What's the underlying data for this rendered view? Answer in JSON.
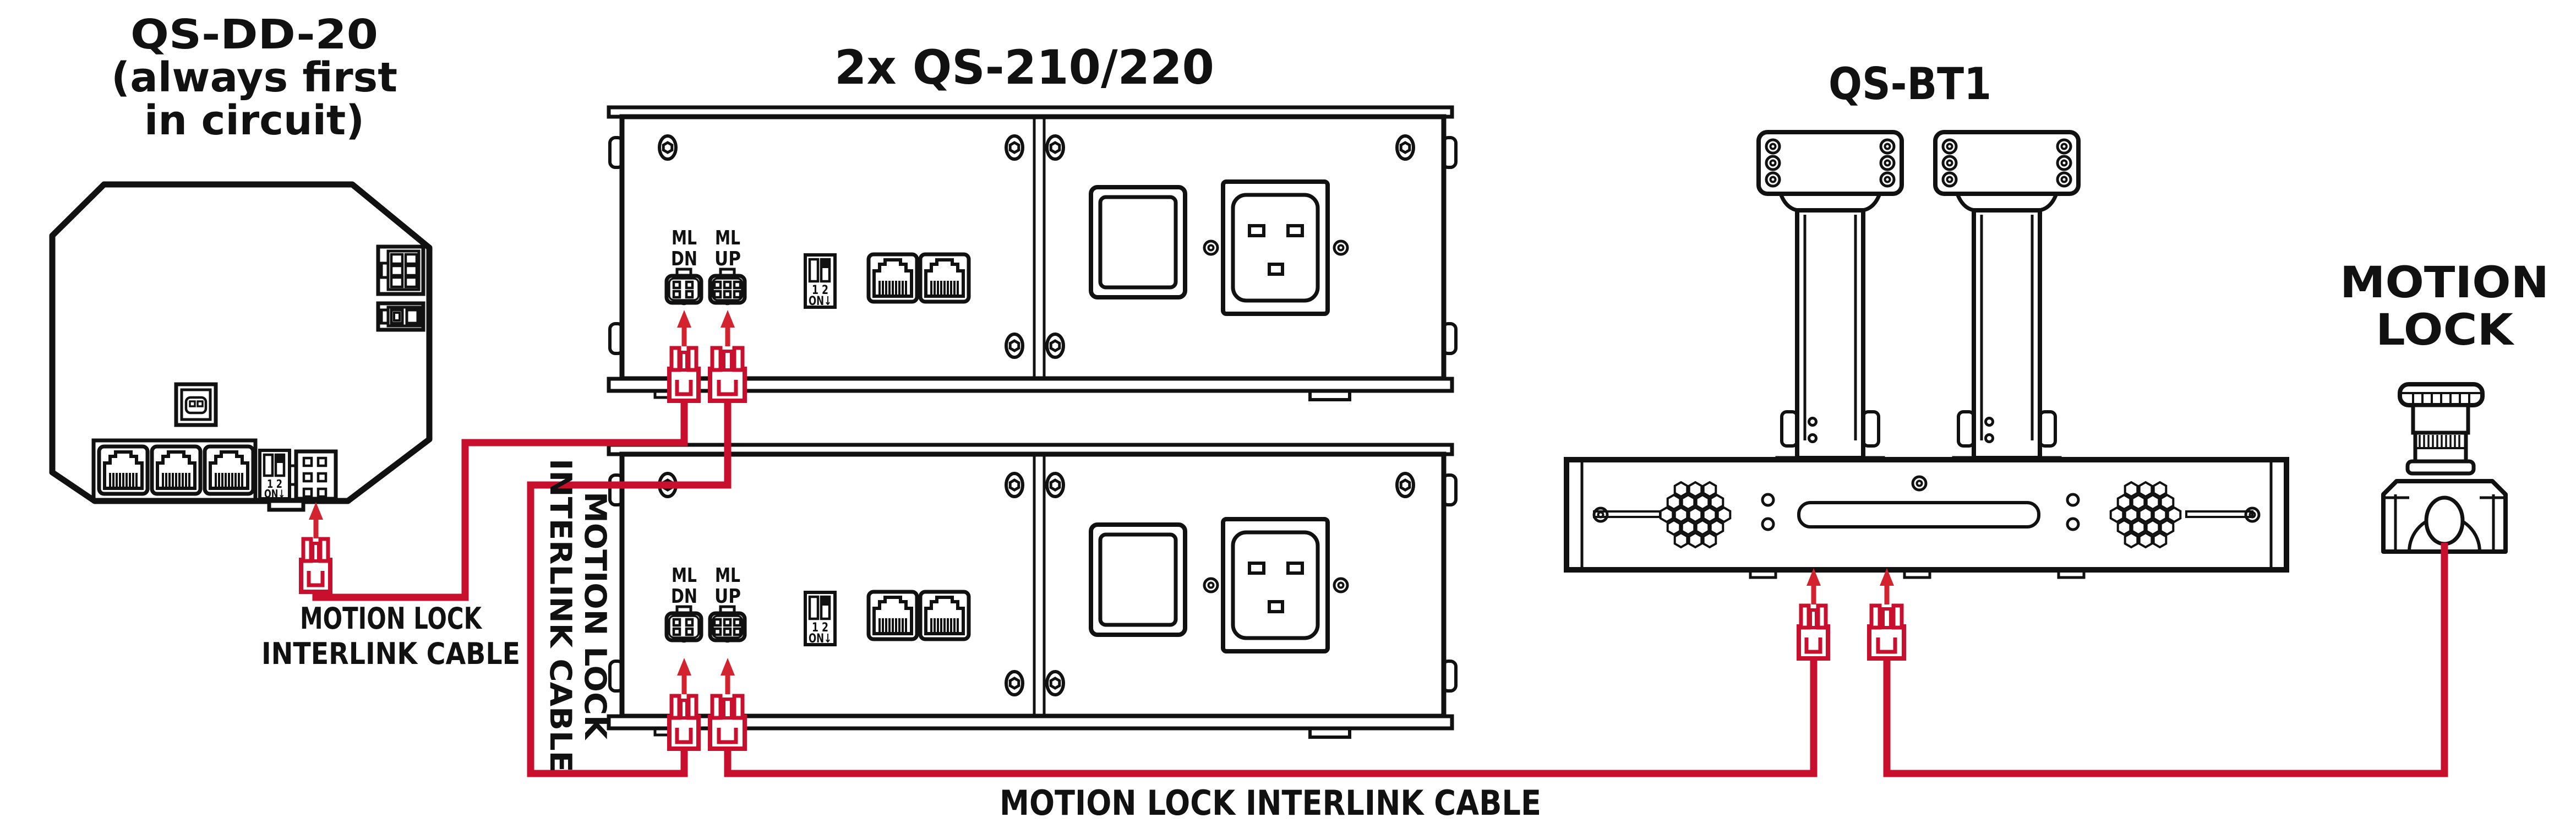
{
  "qsdd": {
    "title": [
      "QS-DD-20",
      "(always first",
      "in circuit)"
    ],
    "dip": {
      "row1": "1 2",
      "row2": "ON↓"
    }
  },
  "qs210": {
    "title": "2x QS-210/220",
    "ml_dn": [
      "ML",
      "DN"
    ],
    "ml_up": [
      "ML",
      "UP"
    ],
    "dip": {
      "row1": "1 2",
      "row2": "ON↓"
    }
  },
  "qsbt1": {
    "title": "QS-BT1"
  },
  "motion_lock": {
    "title": [
      "MOTION",
      "LOCK"
    ]
  },
  "cables": {
    "left_label": [
      "MOTION LOCK",
      "INTERLINK CABLE"
    ],
    "vertical_label": [
      "MOTION LOCK",
      "INTERLINK CABLE"
    ],
    "bottom_label": "MOTION LOCK INTERLINK CABLE"
  },
  "colors": {
    "ink": "#111111",
    "cable_red": "#c8102e",
    "arrow_red": "#d2232e",
    "background": "#ffffff"
  }
}
